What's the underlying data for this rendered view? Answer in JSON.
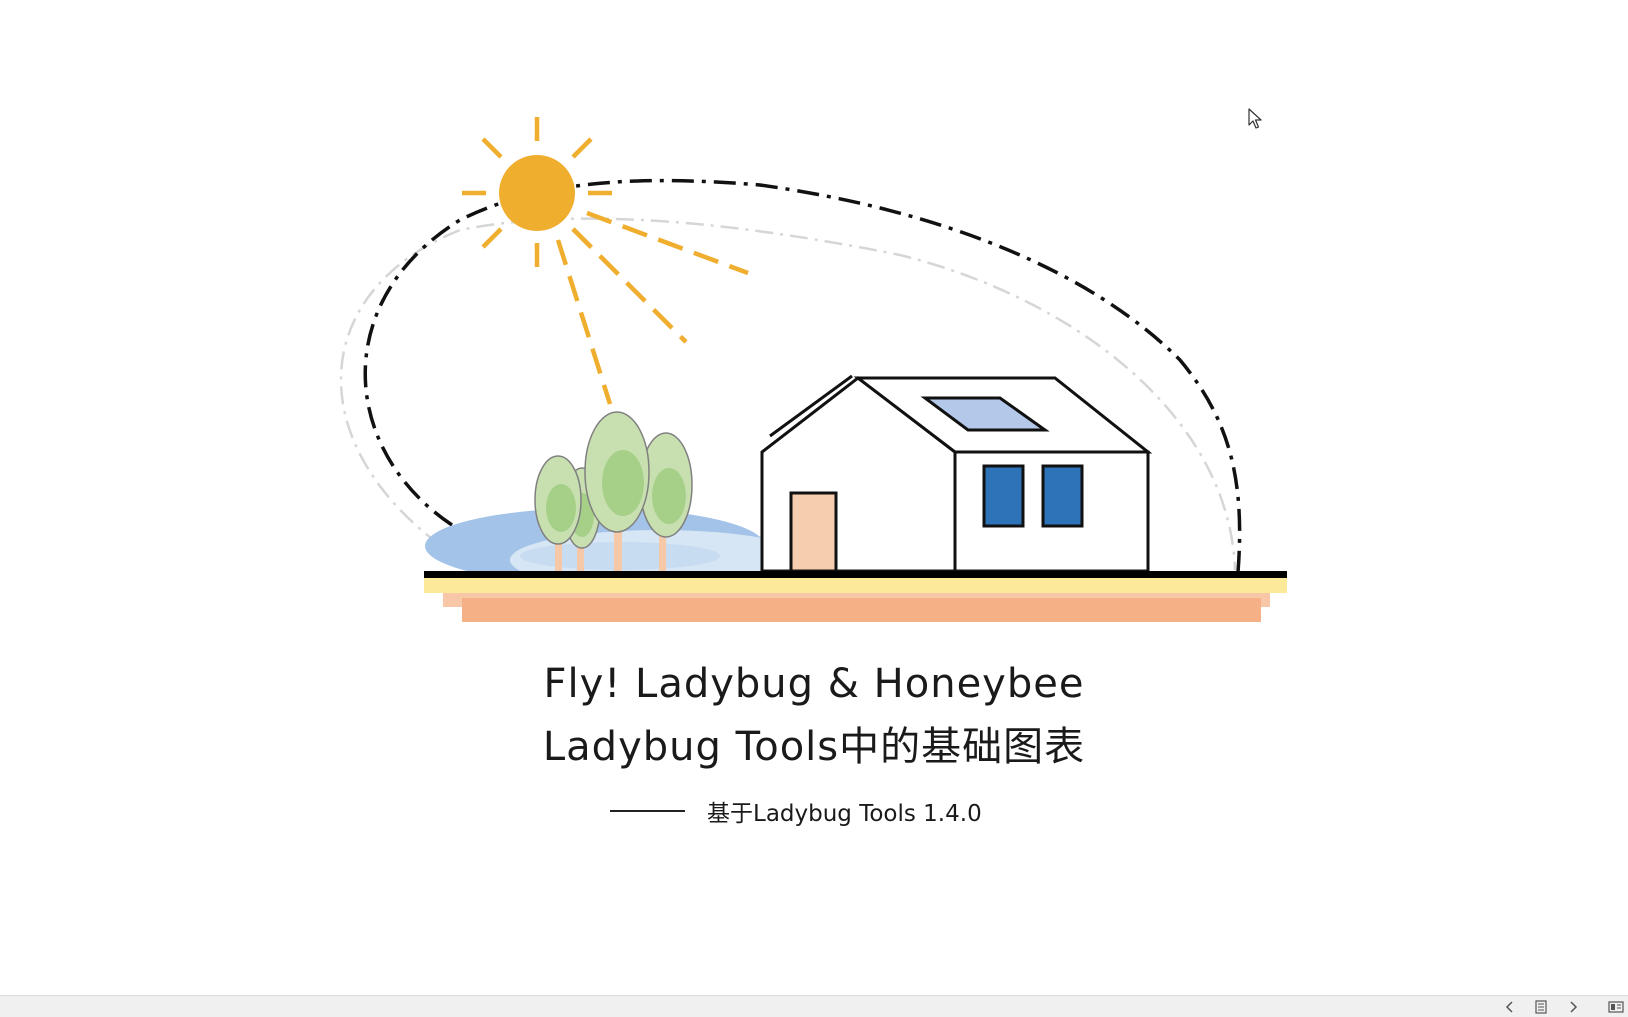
{
  "slide": {
    "title_line_1": "Fly!  Ladybug & Honeybee",
    "title_line_2": "Ladybug Tools中的基础图表",
    "subtitle": "基于Ladybug Tools 1.4.0"
  },
  "colors": {
    "sun": "#f0ae2e",
    "tree_light": "#c8e0b0",
    "tree_dark": "#a6cf88",
    "trunk": "#f5c8a8",
    "water_dark": "#a3c4e8",
    "water_light": "#d7e6f5",
    "window": "#2e72b8",
    "skylight": "#b4c8ea",
    "door": "#f7cdb0",
    "ground_yellow": "#fde99a",
    "ground_peach": "#f8c7a8",
    "ground_orange": "#f6b086"
  },
  "statusbar": {
    "prev_icon": "chevron-left-icon",
    "menu_icon": "slide-menu-icon",
    "next_icon": "chevron-right-icon",
    "view_icon": "view-mode-icon"
  }
}
